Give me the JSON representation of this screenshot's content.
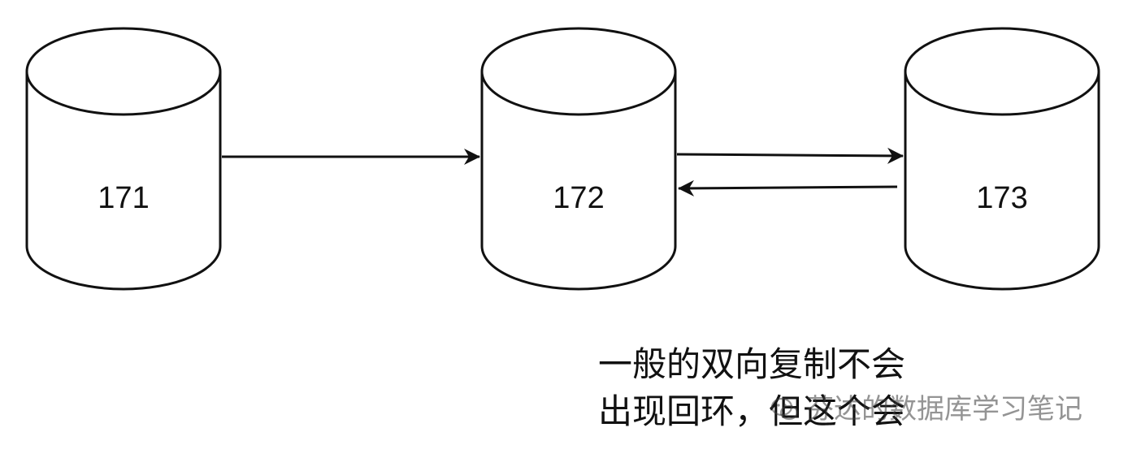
{
  "nodes": [
    {
      "id": "db-171",
      "label": "171"
    },
    {
      "id": "db-172",
      "label": "172"
    },
    {
      "id": "db-173",
      "label": "173"
    }
  ],
  "edges": [
    {
      "from": "171",
      "to": "172"
    },
    {
      "from": "172",
      "to": "173"
    },
    {
      "from": "173",
      "to": "172"
    }
  ],
  "note": {
    "line1": "一般的双向复制不会",
    "line2": "出现回环，但这个会"
  },
  "watermark": {
    "text": "芬达的数据库学习笔记",
    "icon": "wechat-icon"
  },
  "colors": {
    "stroke": "#111111",
    "background": "#ffffff"
  }
}
